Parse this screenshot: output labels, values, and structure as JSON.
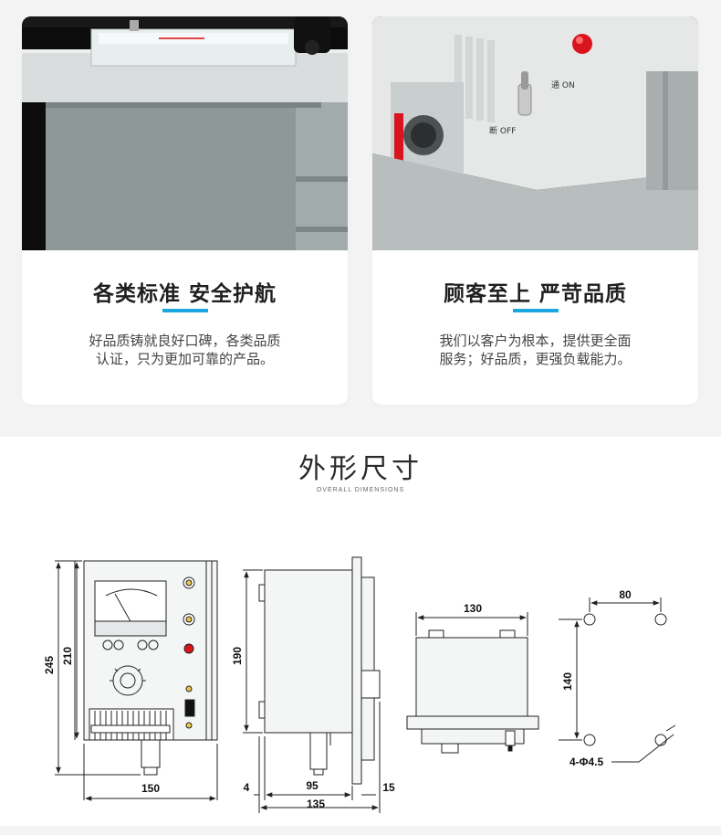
{
  "cards": [
    {
      "title": "各类标准 安全护航",
      "desc_lines": [
        "好品质铸就良好口碑，各类品质",
        "认证，只为更加可靠的产品。"
      ]
    },
    {
      "title": "顾客至上 严苛品质",
      "desc_lines": [
        "我们以客户为根本，提供更全面",
        "服务；好品质，更强负载能力。"
      ],
      "switch_on_label": "通 ON",
      "switch_off_label": "断 OFF"
    }
  ],
  "section": {
    "title": "外形尺寸",
    "subtitle": "OVERALL DIMENSIONS"
  },
  "dimensions": {
    "front_height_outer": "245",
    "front_height_inner": "210",
    "front_width": "150",
    "side_height": "190",
    "side_offset_left": "4",
    "side_body_width": "95",
    "side_offset_right": "15",
    "side_total_width": "135",
    "bottom_width": "130",
    "mount_width": "80",
    "mount_height": "140",
    "mount_holes": "4-Φ4.5"
  },
  "colors": {
    "accent": "#1aa7e0",
    "panel_grey": "#9aa3a3",
    "panel_light": "#d8dcdc",
    "indicator_red": "#d8151f"
  }
}
